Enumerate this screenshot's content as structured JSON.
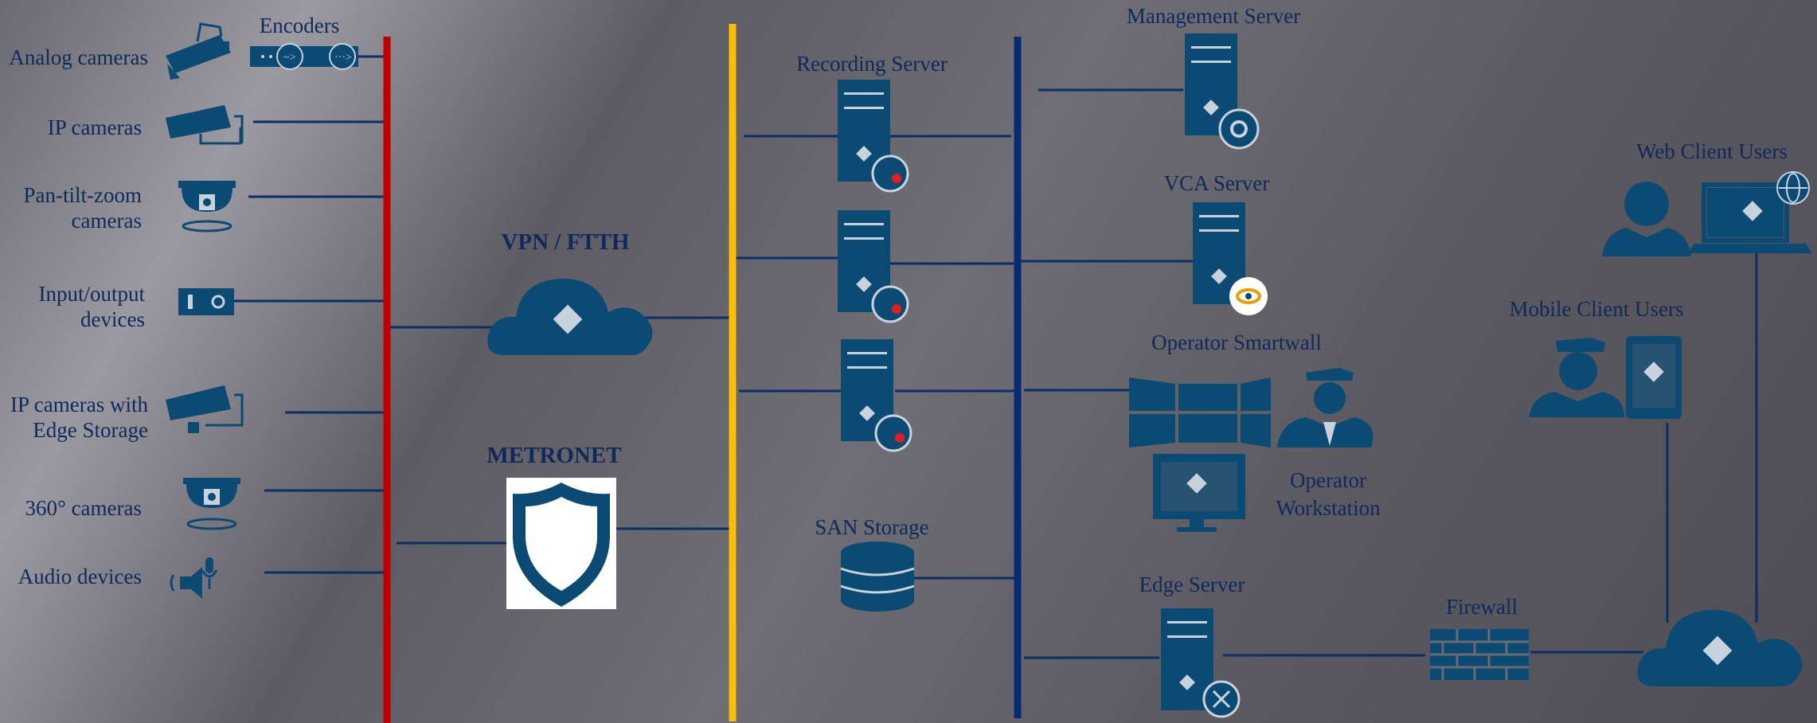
{
  "devices": {
    "encoders": "Encoders",
    "analog_cameras": "Analog cameras",
    "ip_cameras": "IP cameras",
    "ptz_line1": "Pan-tilt-zoom",
    "ptz_line2": "cameras",
    "io_line1": "Input/output",
    "io_line2": "devices",
    "edge_line1": "IP cameras with",
    "edge_line2": "Edge Storage",
    "cam360": "360° cameras",
    "audio": "Audio devices"
  },
  "networks": {
    "vpn": "VPN / FTTH",
    "metronet": "METRONET"
  },
  "servers": {
    "recording": "Recording Server",
    "san": "SAN Storage",
    "management": "Management Server",
    "vca": "VCA Server",
    "smartwall": "Operator Smartwall",
    "workstation_line1": "Operator",
    "workstation_line2": "Workstation",
    "edge_server": "Edge Server",
    "firewall": "Firewall"
  },
  "clients": {
    "web": "Web Client Users",
    "mobile": "Mobile Client Users"
  },
  "colors": {
    "icon": "#0b4a72",
    "line": "#0c2e66",
    "red_bus": "#c00000",
    "yellow_bus": "#ffbf00",
    "blue_bus": "#0a2a70",
    "label": "#0e2a5c"
  }
}
